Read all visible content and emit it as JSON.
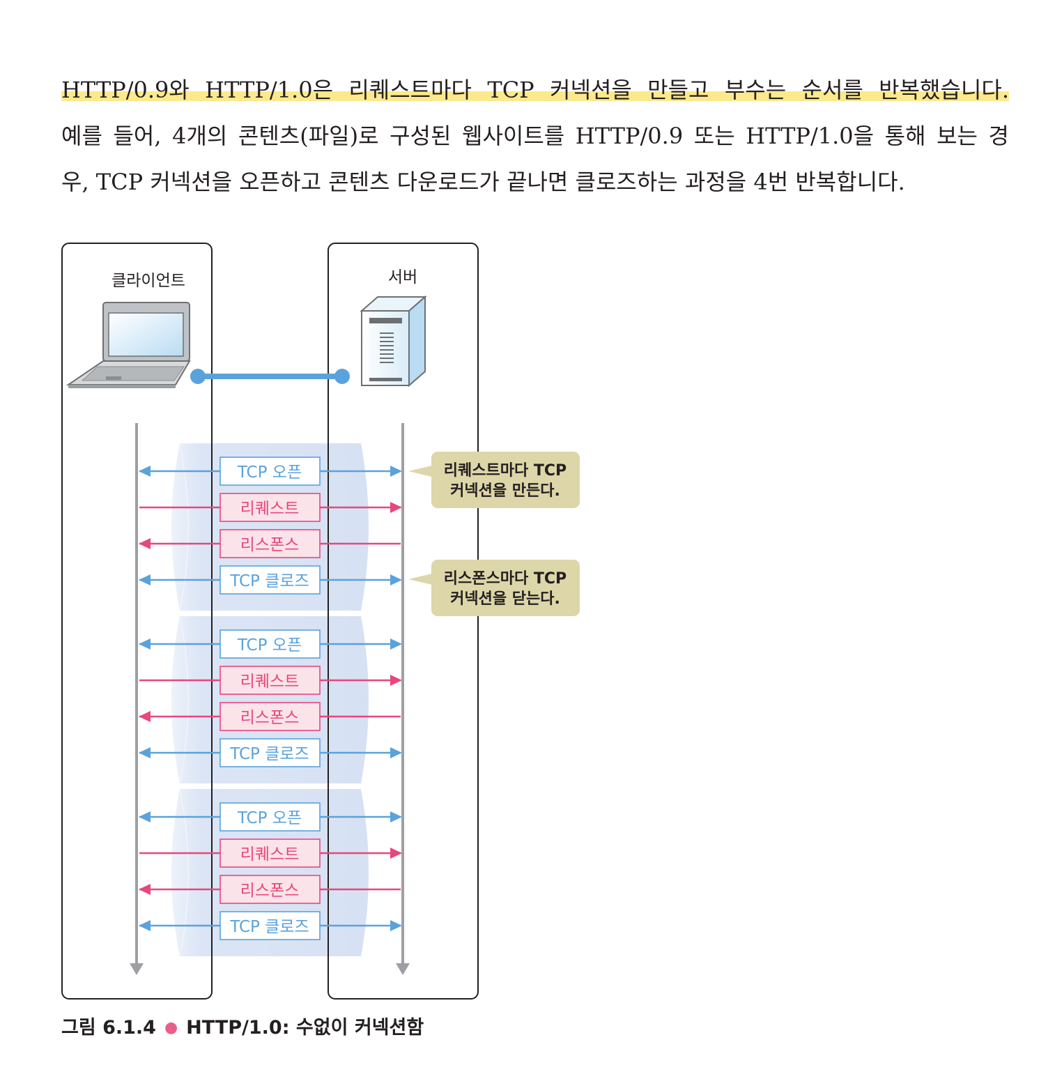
{
  "paragraph": {
    "lines": [
      "HTTP/0.9와 HTTP/1.0은 리퀘스트마다 TCP 커넥션을 만들고 부수는 순서를 반복했습니다.",
      "예를 들어, 4개의 콘텐츠(파일)로 구성된 웹사이트를 HTTP/0.9 또는 HTTP/1.0을 통해 보는 경",
      "우, TCP 커넥션을 오픈하고 콘텐츠 다운로드가 끝나면 클로즈하는 과정을 4번 반복합니다."
    ]
  },
  "diagram": {
    "client_label": "클라이언트",
    "server_label": "서버",
    "groups": [
      [
        "TCP 오픈",
        "리퀘스트",
        "리스폰스",
        "TCP 클로즈"
      ],
      [
        "TCP 오픈",
        "리퀘스트",
        "리스폰스",
        "TCP 클로즈"
      ],
      [
        "TCP 오픈",
        "리퀘스트",
        "리스폰스",
        "TCP 클로즈"
      ]
    ],
    "callouts": [
      {
        "line1": "리퀘스트마다 TCP",
        "line2": "커넥션을 만든다."
      },
      {
        "line1": "리스폰스마다 TCP",
        "line2": "커넥션을 닫는다."
      }
    ],
    "colors": {
      "blue": "#5aa2dc",
      "pink": "#e8477c",
      "callout_bg": "#ddd6a8",
      "tube": "#dbe5f5"
    }
  },
  "caption": {
    "number": "그림 6.1.4",
    "text": "HTTP/1.0: 수없이 커넥션함"
  }
}
